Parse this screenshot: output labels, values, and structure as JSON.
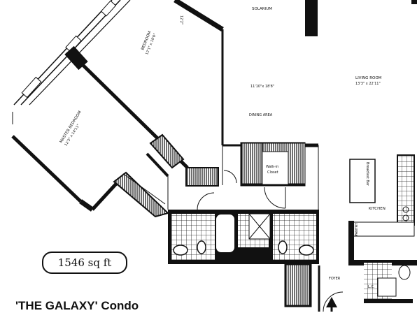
{
  "rooms": {
    "solarium": "SOLARIUM",
    "bedroom_name": "BEDROOM",
    "bedroom_dim": "12'1\" x 19'0\"",
    "master_name": "MASTER BEDROOM",
    "master_dim": "12'3\" x 14'11\"",
    "living_name": "LIVING ROOM",
    "living_dim": "13'3\" x 22'11\"",
    "dining_dim": "11'10\"x 18'8\"",
    "dining_name": "DINING AREA",
    "walkin_line1": "Walk-in",
    "walkin_line2": "Closet",
    "kitchen": "KITCHEN",
    "breakfast": "Breakfast Bar",
    "foyer": "FOYER",
    "pantry": "PANTRY",
    "lc": "L.C.",
    "dim_label": "12'2\""
  },
  "area": "1546 sq ft",
  "caption": "'THE GALAXY' Condo"
}
